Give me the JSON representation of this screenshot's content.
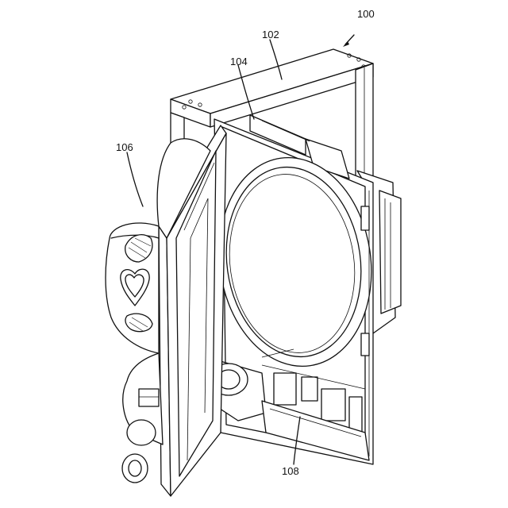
{
  "figure": {
    "reference_numerals": {
      "assembly": "100",
      "top_frame": "102",
      "door_frame": "104",
      "front_door": "106",
      "base_unit": "108"
    }
  }
}
